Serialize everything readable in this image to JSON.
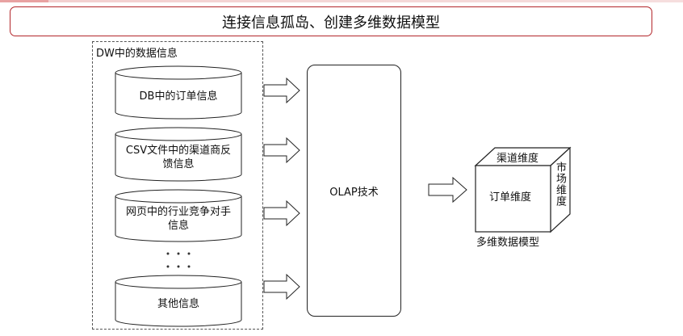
{
  "title": "连接信息孤岛、创建多维数据模型",
  "dw": {
    "label": "DW中的数据信息",
    "sources": [
      {
        "line1": "DB中的订单信息",
        "line2": ""
      },
      {
        "line1": "CSV文件中的渠道商反",
        "line2": "馈信息"
      },
      {
        "line1": "网页中的行业竞争对手",
        "line2": "信息"
      },
      {
        "line1": "其他信息",
        "line2": ""
      }
    ],
    "ellipsis": "· · ·"
  },
  "olap": {
    "label": "OLAP技术"
  },
  "cube": {
    "top_face": "渠道维度",
    "front_face": "订单维度",
    "side_face": "市场维度",
    "caption": "多维数据模型"
  },
  "colors": {
    "title_border": "#b3262b",
    "stroke": "#222222",
    "ellipsis_dot": "#333333"
  }
}
